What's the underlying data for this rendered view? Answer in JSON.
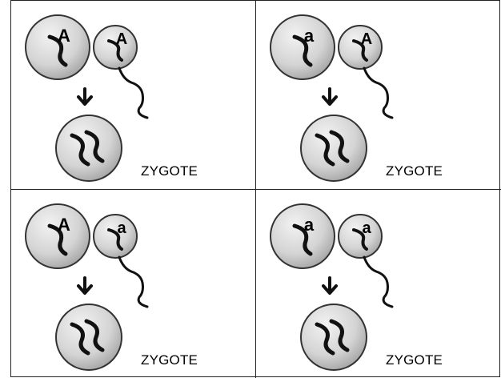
{
  "panels": [
    {
      "egg_allele": "A",
      "sperm_allele": "A",
      "label": "ZYGOTE"
    },
    {
      "egg_allele": "a",
      "sperm_allele": "A",
      "label": "ZYGOTE"
    },
    {
      "egg_allele": "A",
      "sperm_allele": "a",
      "label": "ZYGOTE"
    },
    {
      "egg_allele": "a",
      "sperm_allele": "a",
      "label": "ZYGOTE"
    }
  ]
}
